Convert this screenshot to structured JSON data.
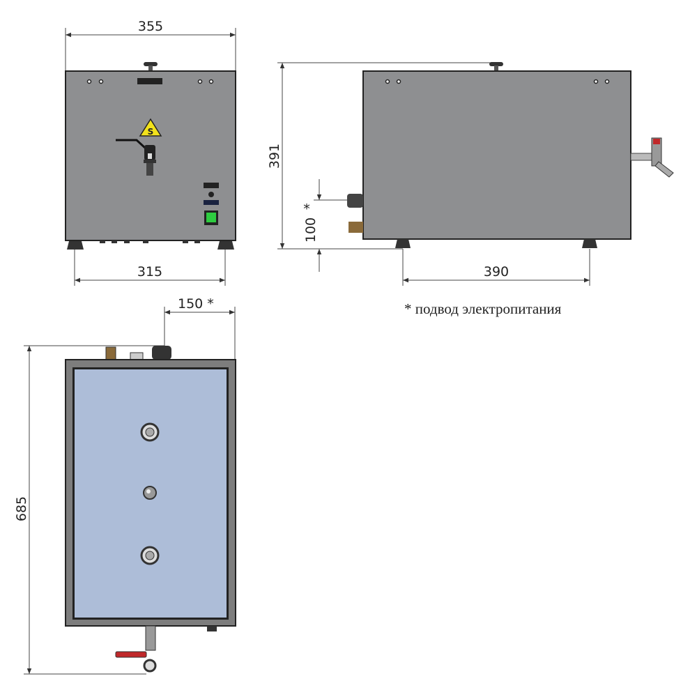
{
  "drawing": {
    "front_view": {
      "width_label": "355",
      "feet_span_label": "315"
    },
    "side_view": {
      "height_label": "391",
      "inlet_height_label": "100",
      "inlet_mark": "*",
      "feet_span_label": "390"
    },
    "top_view": {
      "depth_label": "685",
      "inlet_offset_label": "150  *"
    },
    "note": "* подвод электропитания",
    "colors": {
      "body": "#8e8f91",
      "lid": "#adbdd8",
      "frame": "#4a4a4a",
      "power_button": "#2ecc40",
      "valve_handle": "#c0282a",
      "warning": "#f2e21b"
    }
  }
}
